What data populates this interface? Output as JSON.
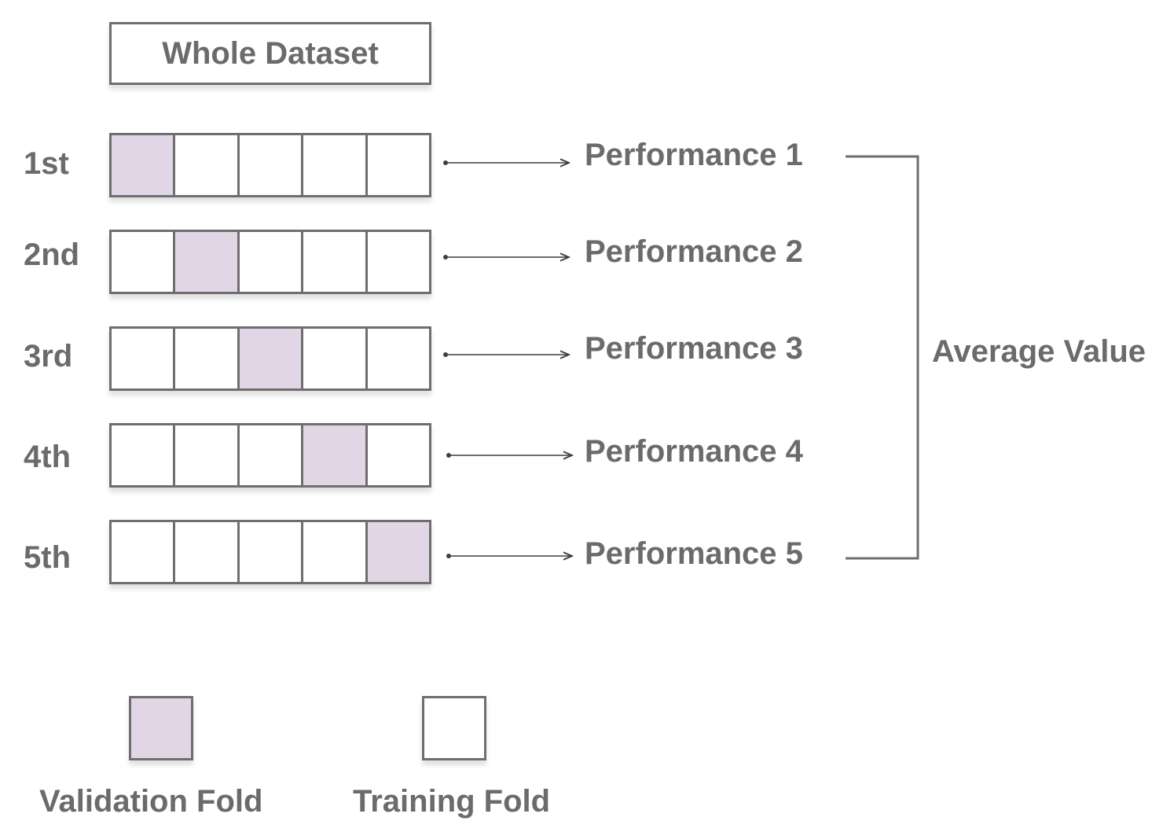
{
  "title": "Whole Dataset",
  "folds": [
    {
      "label": "1st",
      "validation_index": 0,
      "performance": "Performance 1"
    },
    {
      "label": "2nd",
      "validation_index": 1,
      "performance": "Performance 2"
    },
    {
      "label": "3rd",
      "validation_index": 2,
      "performance": "Performance 3"
    },
    {
      "label": "4th",
      "validation_index": 3,
      "performance": "Performance 4"
    },
    {
      "label": "5th",
      "validation_index": 4,
      "performance": "Performance 5"
    }
  ],
  "fold_count": 5,
  "aggregate_label": "Average Value",
  "legend": {
    "validation": "Validation Fold",
    "training": "Training Fold"
  },
  "colors": {
    "validation_fill": "#e1d6e6",
    "training_fill": "#ffffff",
    "outline": "#6e6e6e",
    "text": "#6b6b6b",
    "arrow": "#3a3f47"
  }
}
